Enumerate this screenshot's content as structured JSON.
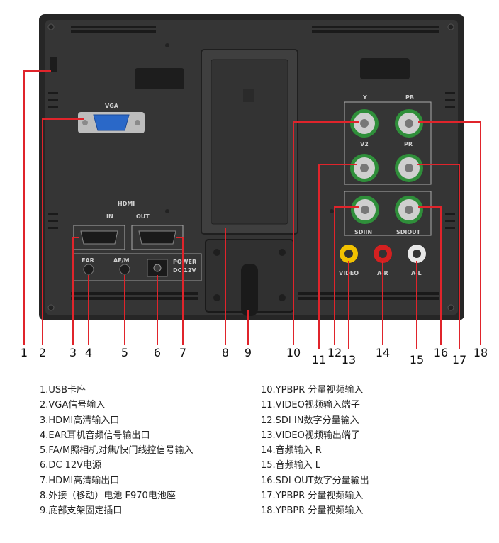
{
  "panel_labels": {
    "vga": "VGA",
    "hdmi": "HDMI",
    "hdmi_in": "IN",
    "hdmi_out": "OUT",
    "ear": "EAR",
    "afm": "AF/M",
    "power_1": "POWER",
    "power_2": "DC 12V",
    "y": "Y",
    "pb": "PB",
    "v2": "V2",
    "pr": "PR",
    "sdi_in": "SDIIN",
    "sdi_out": "SDIOUT",
    "video": "VIDEO",
    "ar": "A-R",
    "al": "A-L"
  },
  "callout_numbers": [
    "1",
    "2",
    "3",
    "4",
    "5",
    "6",
    "7",
    "8",
    "9",
    "10",
    "11",
    "12",
    "13",
    "14",
    "15",
    "16",
    "17",
    "18"
  ],
  "legend": {
    "left": [
      "1.USB卡座",
      "2.VGA信号输入",
      "3.HDMI高清输入口",
      "4.EAR耳机音频信号输出口",
      "5.FA/M照相机对焦/快门线控信号输入",
      "6.DC 12V电源",
      "7.HDMI高清输出口",
      "8.外接（移动）电池 F970电池座",
      "9.底部支架固定插口"
    ],
    "right": [
      "10.YPBPR 分量视频输入",
      "11.VIDEO视频输入端子",
      "12.SDI IN数字分量输入",
      "13.VIDEO视频输出端子",
      "14.音频输入 R",
      "15.音频输入 L",
      "16.SDI OUT数字分量输出",
      "17.YPBPR 分量视频输入",
      "18.YPBPR 分量视频输入"
    ]
  },
  "colors": {
    "leader_line": "#e0242b",
    "monitor_body": "#2b2b2b",
    "panel": "#3a3a3a",
    "vga_blue": "#2a68c8",
    "video_yellow": "#f2c200",
    "audio_red": "#d42020",
    "audio_white": "#e8e8e8",
    "bnc_green": "#2f8f3a"
  }
}
